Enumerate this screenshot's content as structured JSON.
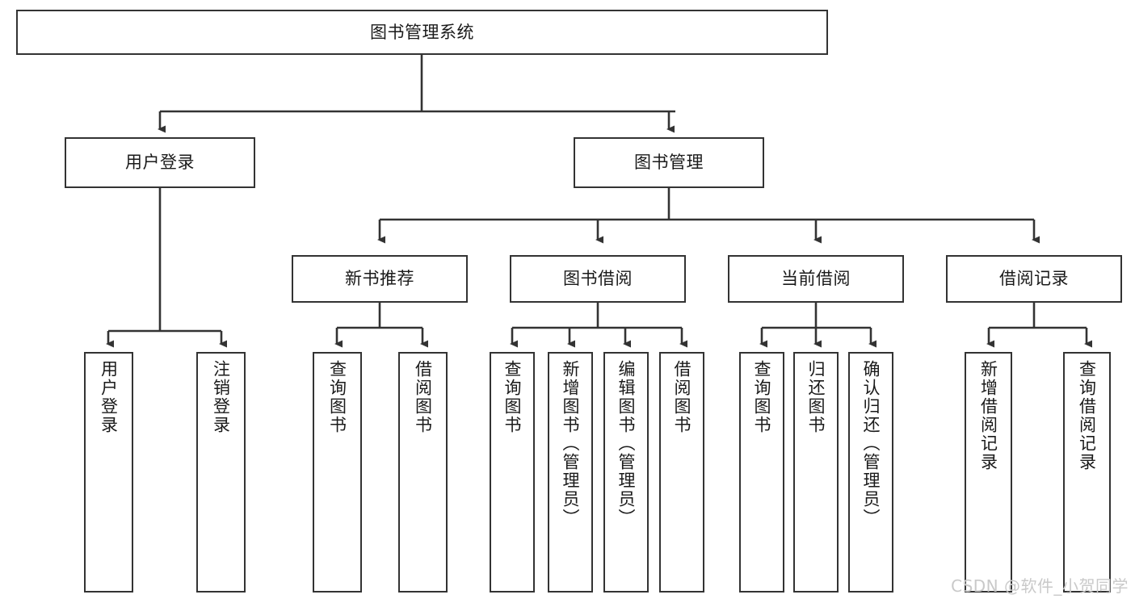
{
  "diagram": {
    "title": "图书管理系统",
    "watermark": "CSDN @软件_小贺同学",
    "colors": {
      "stroke": "#333333",
      "fill": "#ffffff",
      "text": "#1a1a1a",
      "watermark": "#c9c9c9"
    },
    "nodes": {
      "root": {
        "label": "图书管理系统"
      },
      "level2": [
        {
          "id": "user-login",
          "label": "用户登录"
        },
        {
          "id": "book-management",
          "label": "图书管理"
        }
      ],
      "level3": [
        {
          "id": "new-book-recommend",
          "label": "新书推荐"
        },
        {
          "id": "book-borrow",
          "label": "图书借阅"
        },
        {
          "id": "current-borrow",
          "label": "当前借阅"
        },
        {
          "id": "borrow-record",
          "label": "借阅记录"
        }
      ],
      "leaves": [
        {
          "id": "leaf-user-login",
          "label": "用户登录",
          "parent": "user-login"
        },
        {
          "id": "leaf-logout-login",
          "label": "注销登录",
          "parent": "user-login"
        },
        {
          "id": "leaf-query-book-1",
          "label": "查询图书",
          "parent": "new-book-recommend"
        },
        {
          "id": "leaf-borrow-book-1",
          "label": "借阅图书",
          "parent": "new-book-recommend"
        },
        {
          "id": "leaf-query-book-2",
          "label": "查询图书",
          "parent": "book-borrow"
        },
        {
          "id": "leaf-add-book",
          "label": "新增图书（管理员）",
          "parent": "book-borrow"
        },
        {
          "id": "leaf-edit-book",
          "label": "编辑图书（管理员）",
          "parent": "book-borrow"
        },
        {
          "id": "leaf-borrow-book-2",
          "label": "借阅图书",
          "parent": "book-borrow"
        },
        {
          "id": "leaf-query-book-3",
          "label": "查询图书",
          "parent": "current-borrow"
        },
        {
          "id": "leaf-return-book",
          "label": "归还图书",
          "parent": "current-borrow"
        },
        {
          "id": "leaf-confirm-return",
          "label": "确认归还（管理员）",
          "parent": "current-borrow"
        },
        {
          "id": "leaf-add-record",
          "label": "新增借阅记录",
          "parent": "borrow-record"
        },
        {
          "id": "leaf-query-record",
          "label": "查询借阅记录",
          "parent": "borrow-record"
        }
      ]
    }
  }
}
